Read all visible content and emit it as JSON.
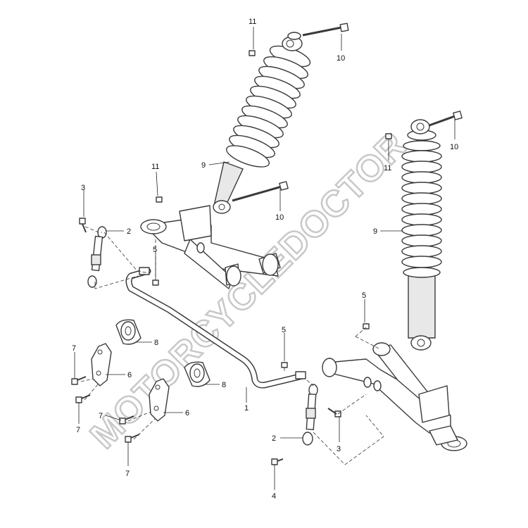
{
  "diagram": {
    "callouts": {
      "c1": "1",
      "c2a": "2",
      "c2b": "2",
      "c3a": "3",
      "c3b": "3",
      "c4": "4",
      "c5a": "5",
      "c5b": "5",
      "c5c": "5",
      "c6a": "6",
      "c6b": "6",
      "c7a": "7",
      "c7b": "7",
      "c7c": "7",
      "c7d": "7",
      "c8a": "8",
      "c8b": "8",
      "c9a": "9",
      "c9b": "9",
      "c10a": "10",
      "c10b": "10",
      "c10c": "10",
      "c11a": "11",
      "c11b": "11",
      "c11c": "11"
    },
    "watermark": "MOTORCYCLEDOCTOR"
  }
}
